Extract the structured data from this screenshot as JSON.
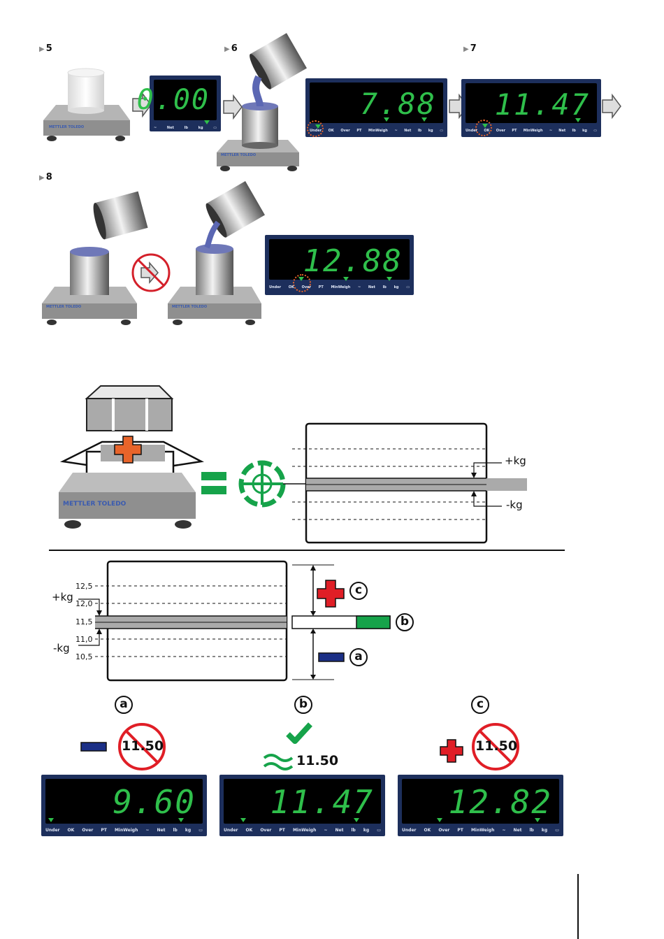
{
  "steps": {
    "s5": "5",
    "s6": "6",
    "s7": "7",
    "s8": "8"
  },
  "scale_brand": "METTLER TOLEDO",
  "display_labels_full": [
    "Under",
    "OK",
    "Over",
    "PT",
    "MinWeigh",
    "~",
    "Net",
    "lb",
    "kg",
    "▭"
  ],
  "display_labels_short": [
    "~",
    "Net",
    "lb",
    "kg",
    "▭"
  ],
  "displays": {
    "d5": "0.00",
    "d6": "7.88",
    "d7": "11.47",
    "d8": "12.88",
    "da": "9.60",
    "db": "11.47",
    "dc": "12.82"
  },
  "tolerance": {
    "plus_kg": "+kg",
    "minus_kg": "-kg",
    "ticks": [
      "12,5",
      "12,0",
      "11,5",
      "11,0",
      "10,5"
    ]
  },
  "markers": {
    "a": "a",
    "b": "b",
    "c": "c"
  },
  "target_value": "11.50",
  "colors": {
    "display_bg": "#1d2f5c",
    "digit_green": "#2fbf4b",
    "plus_red": "#e01e26",
    "minus_blue": "#1b2f86",
    "ok_green": "#16a34a",
    "highlight_orange": "#e8642a"
  }
}
